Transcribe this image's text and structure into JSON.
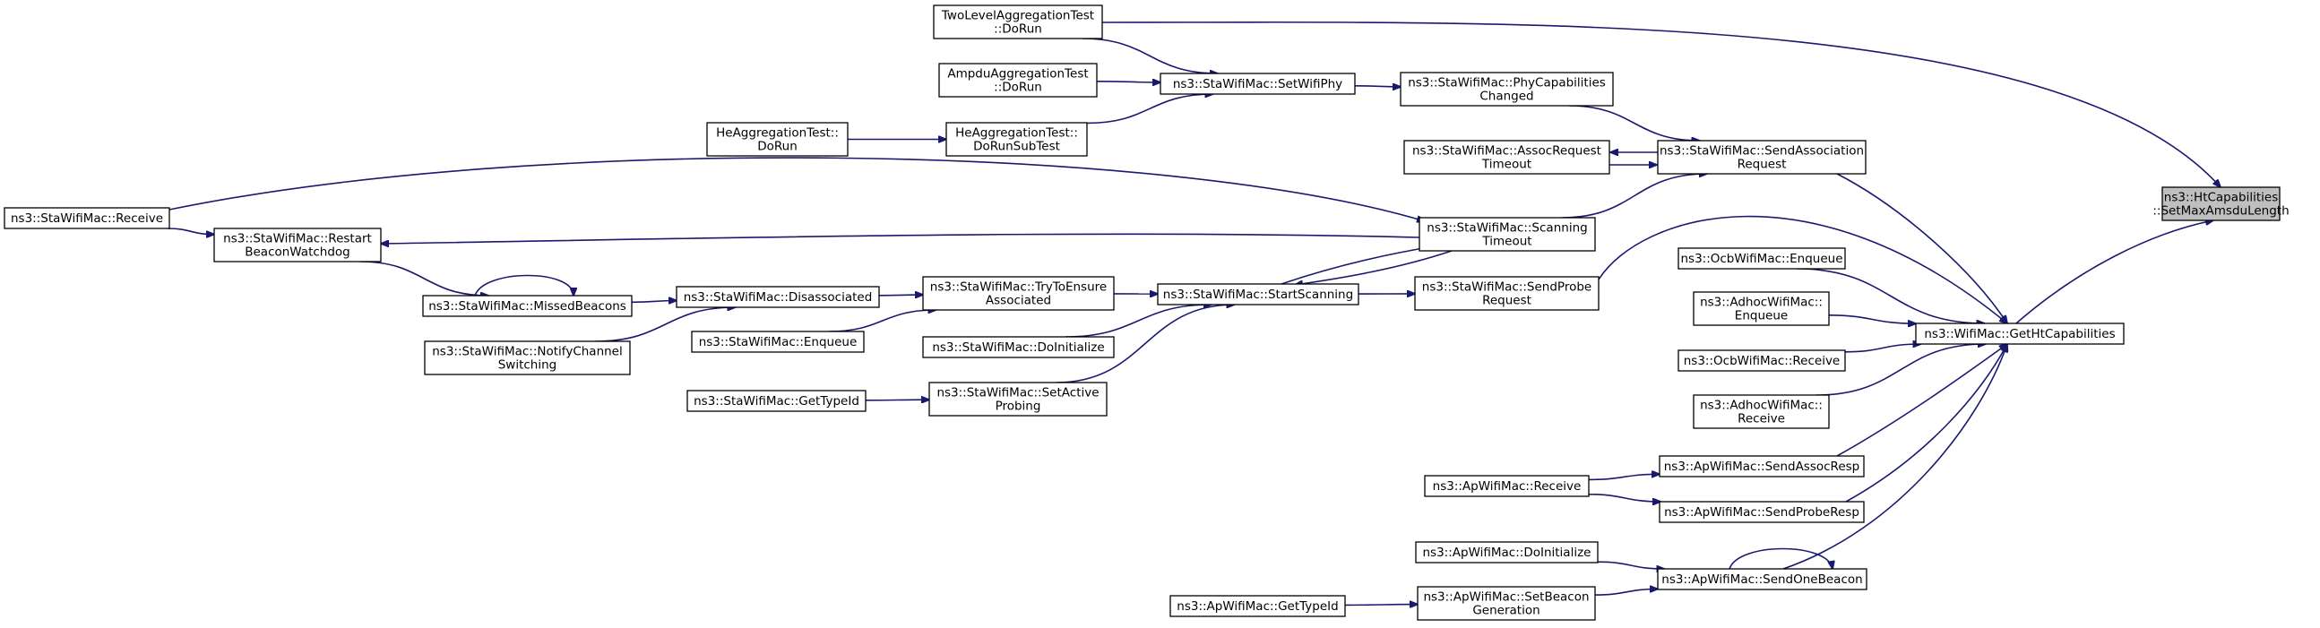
{
  "colors": {
    "edge": "#191970",
    "root_fill": "#bfbfbf",
    "node_fill": "#ffffff",
    "node_stroke": "#000000"
  },
  "nodes": {
    "root": [
      "ns3::HtCapabilities",
      "::SetMaxAmsduLength"
    ],
    "getHt": [
      "ns3::WifiMac::GetHtCapabilities"
    ],
    "twoLevel": [
      "TwoLevelAggregationTest",
      "::DoRun"
    ],
    "ampdu": [
      "AmpduAggregationTest",
      "::DoRun"
    ],
    "heRun": [
      "HeAggregationTest::",
      "DoRun"
    ],
    "heSub": [
      "HeAggregationTest::",
      "DoRunSubTest"
    ],
    "setWifiPhy": [
      "ns3::StaWifiMac::SetWifiPhy"
    ],
    "phyCap": [
      "ns3::StaWifiMac::PhyCapabilities",
      "Changed"
    ],
    "assocTimeout": [
      "ns3::StaWifiMac::AssocRequest",
      "Timeout"
    ],
    "sendAssoc": [
      "ns3::StaWifiMac::SendAssociation",
      "Request"
    ],
    "staReceive": [
      "ns3::StaWifiMac::Receive"
    ],
    "restart": [
      "ns3::StaWifiMac::Restart",
      "BeaconWatchdog"
    ],
    "scanTimeout": [
      "ns3::StaWifiMac::Scanning",
      "Timeout"
    ],
    "sendProbe": [
      "ns3::StaWifiMac::SendProbe",
      "Request"
    ],
    "missed": [
      "ns3::StaWifiMac::MissedBeacons"
    ],
    "notify": [
      "ns3::StaWifiMac::NotifyChannel",
      "Switching"
    ],
    "disassoc": [
      "ns3::StaWifiMac::Disassociated"
    ],
    "staEnqueue": [
      "ns3::StaWifiMac::Enqueue"
    ],
    "tryEnsure": [
      "ns3::StaWifiMac::TryToEnsure",
      "Associated"
    ],
    "staDoInit": [
      "ns3::StaWifiMac::DoInitialize"
    ],
    "startScan": [
      "ns3::StaWifiMac::StartScanning"
    ],
    "staGetType": [
      "ns3::StaWifiMac::GetTypeId"
    ],
    "setActive": [
      "ns3::StaWifiMac::SetActive",
      "Probing"
    ],
    "ocbEnqueue": [
      "ns3::OcbWifiMac::Enqueue"
    ],
    "adhocEnqueue": [
      "ns3::AdhocWifiMac::",
      "Enqueue"
    ],
    "ocbReceive": [
      "ns3::OcbWifiMac::Receive"
    ],
    "adhocReceive": [
      "ns3::AdhocWifiMac::",
      "Receive"
    ],
    "apReceive": [
      "ns3::ApWifiMac::Receive"
    ],
    "sendAssocResp": [
      "ns3::ApWifiMac::SendAssocResp"
    ],
    "sendProbeResp": [
      "ns3::ApWifiMac::SendProbeResp"
    ],
    "apDoInit": [
      "ns3::ApWifiMac::DoInitialize"
    ],
    "sendOneBeacon": [
      "ns3::ApWifiMac::SendOneBeacon"
    ],
    "apGetType": [
      "ns3::ApWifiMac::GetTypeId"
    ],
    "setBeacon": [
      "ns3::ApWifiMac::SetBeacon",
      "Generation"
    ]
  },
  "edges": [
    [
      "twoLevel",
      "root"
    ],
    [
      "getHt",
      "root"
    ],
    [
      "twoLevel",
      "setWifiPhy"
    ],
    [
      "ampdu",
      "setWifiPhy"
    ],
    [
      "heSub",
      "setWifiPhy"
    ],
    [
      "heRun",
      "heSub"
    ],
    [
      "setWifiPhy",
      "phyCap"
    ],
    [
      "phyCap",
      "sendAssoc"
    ],
    [
      "sendAssoc",
      "assocTimeout"
    ],
    [
      "assocTimeout",
      "sendAssoc"
    ],
    [
      "sendAssoc",
      "getHt"
    ],
    [
      "scanTimeout",
      "sendAssoc"
    ],
    [
      "staReceive",
      "scanTimeout"
    ],
    [
      "scanTimeout",
      "restart"
    ],
    [
      "staReceive",
      "restart"
    ],
    [
      "restart",
      "missed"
    ],
    [
      "missed",
      "missed"
    ],
    [
      "missed",
      "disassoc"
    ],
    [
      "notify",
      "disassoc"
    ],
    [
      "disassoc",
      "tryEnsure"
    ],
    [
      "staEnqueue",
      "tryEnsure"
    ],
    [
      "tryEnsure",
      "startScan"
    ],
    [
      "staDoInit",
      "startScan"
    ],
    [
      "setActive",
      "startScan"
    ],
    [
      "staGetType",
      "setActive"
    ],
    [
      "startScan",
      "scanTimeout"
    ],
    [
      "scanTimeout",
      "startScan"
    ],
    [
      "startScan",
      "sendProbe"
    ],
    [
      "sendProbe",
      "getHt"
    ],
    [
      "ocbEnqueue",
      "getHt"
    ],
    [
      "adhocEnqueue",
      "getHt"
    ],
    [
      "ocbReceive",
      "getHt"
    ],
    [
      "adhocReceive",
      "getHt"
    ],
    [
      "sendAssocResp",
      "getHt"
    ],
    [
      "sendProbeResp",
      "getHt"
    ],
    [
      "sendOneBeacon",
      "getHt"
    ],
    [
      "apReceive",
      "sendAssocResp"
    ],
    [
      "apReceive",
      "sendProbeResp"
    ],
    [
      "apDoInit",
      "sendOneBeacon"
    ],
    [
      "sendOneBeacon",
      "sendOneBeacon"
    ],
    [
      "setBeacon",
      "sendOneBeacon"
    ],
    [
      "apGetType",
      "setBeacon"
    ]
  ]
}
